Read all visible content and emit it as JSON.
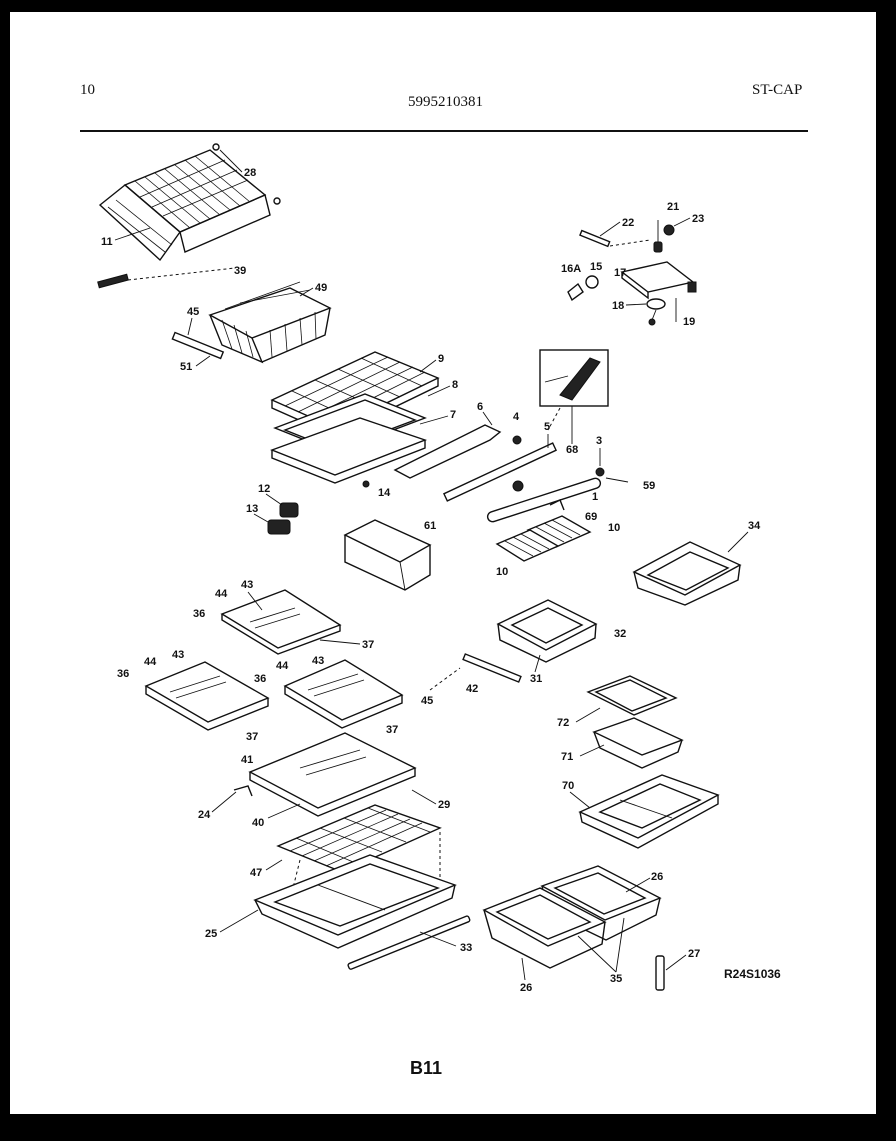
{
  "header": {
    "page_number": "10",
    "part_number": "5995210381",
    "model_code": "ST-CAP"
  },
  "footer": {
    "page_code": "B11",
    "reference_code": "R24S1036"
  },
  "callouts": {
    "c28": "28",
    "c11": "11",
    "c39": "39",
    "c49": "49",
    "c45a": "45",
    "c51": "51",
    "c22": "22",
    "c21": "21",
    "c23": "23",
    "c16a": "16A",
    "c15": "15",
    "c17": "17",
    "c18": "18",
    "c19": "19",
    "c9": "9",
    "c8": "8",
    "c7": "7",
    "c6": "6",
    "c4": "4",
    "c5": "5",
    "c68": "68",
    "c3": "3",
    "c59": "59",
    "c14": "14",
    "c1": "1",
    "c12": "12",
    "c13": "13",
    "c61": "61",
    "c69": "69",
    "c10a": "10",
    "c10b": "10",
    "c34": "34",
    "c44a": "44",
    "c43a": "43",
    "c36a": "36",
    "c37a": "37",
    "c32": "32",
    "c31": "31",
    "c44b": "44",
    "c43b": "43",
    "c36b": "36",
    "c37b": "37",
    "c44c": "44",
    "c43c": "43",
    "c36c": "36",
    "c37c": "37",
    "c42": "42",
    "c45b": "45",
    "c72": "72",
    "c71": "71",
    "c41": "41",
    "c24": "24",
    "c40": "40",
    "c29": "29",
    "c70": "70",
    "c47": "47",
    "c25": "25",
    "c26a": "26",
    "c33": "33",
    "c26b": "26",
    "c35": "35",
    "c27": "27"
  }
}
